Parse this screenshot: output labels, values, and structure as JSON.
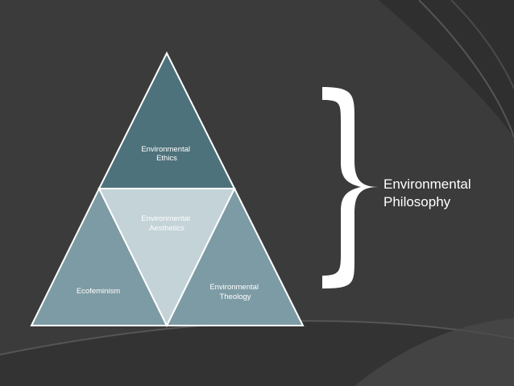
{
  "diagram": {
    "apex": {
      "label_lines": [
        "Environmental",
        "Ethics"
      ],
      "color": "#4e727c"
    },
    "center": {
      "label_lines": [
        "Environmental",
        "Aesthetics"
      ],
      "color": "#c3d3d8"
    },
    "left": {
      "label_lines": [
        "Ecofeminism"
      ],
      "color": "#7d9ba4"
    },
    "right": {
      "label_lines": [
        "Environmental",
        "Theology"
      ],
      "color": "#7d9ba4"
    },
    "bracket_color": "#ffffff",
    "group_label_lines": [
      "Environmental",
      "Philosophy"
    ]
  },
  "background": {
    "base_color": "#3b3b3b",
    "band_color": "#2d2d2d",
    "highlight_color": "#5a5a5a"
  }
}
